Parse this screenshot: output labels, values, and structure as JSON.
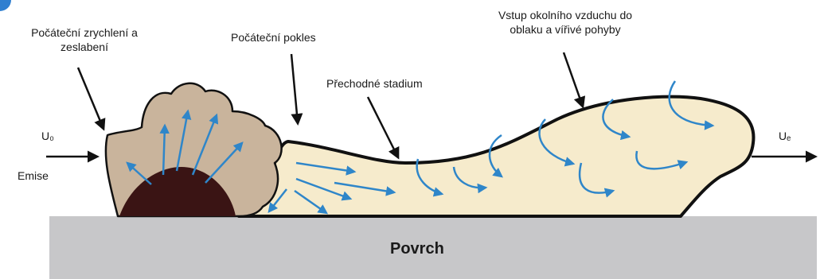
{
  "labels": {
    "initial_acceleration_line1": "Počáteční zrychlení a",
    "initial_acceleration_line2": "zeslabení",
    "initial_drop": "Počáteční pokles",
    "transition_stage": "Přechodné stadium",
    "entrainment_line1": "Vstup okolního vzduchu do",
    "entrainment_line2": "oblaku a vířivé pohyby",
    "u0": "U₀",
    "emission": "Emise",
    "ue": "Uₑ",
    "surface": "Povrch"
  },
  "colors": {
    "plume_fill": "#f6ebcc",
    "source_fill": "#c9b49c",
    "dome_fill": "#3a1414",
    "ground_fill": "#c7c7c9",
    "flow_arrows": "#2f86c9",
    "outline": "#111111",
    "corner_accent": "#2f7fd0"
  }
}
